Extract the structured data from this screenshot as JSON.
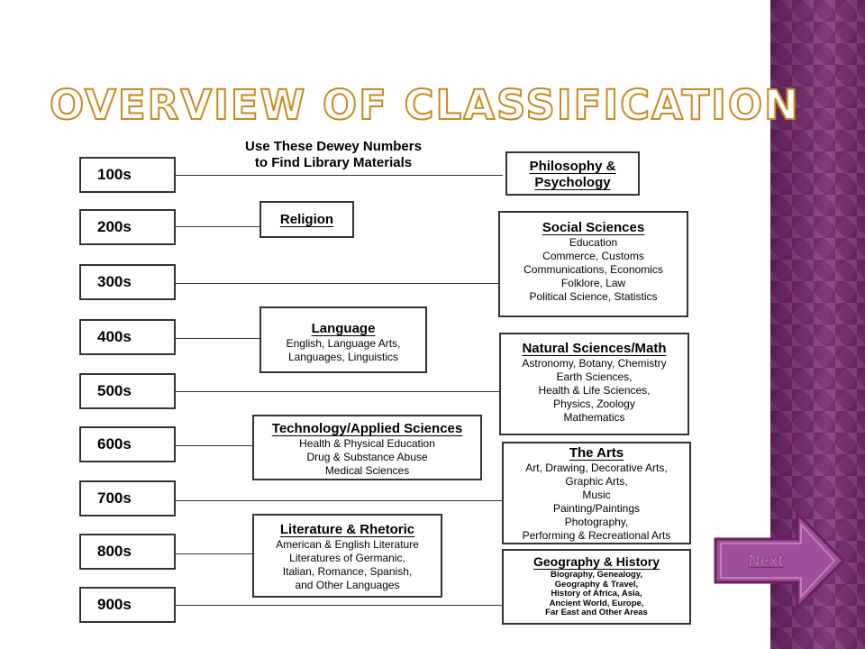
{
  "slide": {
    "title": "Overview of Classification",
    "header": [
      "Use These Dewey Numbers",
      "to Find Library Materials"
    ]
  },
  "numbers": [
    "100s",
    "200s",
    "300s",
    "400s",
    "500s",
    "600s",
    "700s",
    "800s",
    "900s"
  ],
  "categories": {
    "philosophy": {
      "head": "Philosophy &",
      "head2": "Psychology"
    },
    "religion": {
      "head": "Religion"
    },
    "social": {
      "head": "Social Sciences",
      "items": [
        "Education",
        "Commerce, Customs",
        "Communications, Economics",
        "Folklore, Law",
        "Political Science, Statistics"
      ]
    },
    "language": {
      "head": "Language",
      "items": [
        "English, Language Arts,",
        "Languages, Linguistics"
      ]
    },
    "natural": {
      "head": "Natural Sciences/Math",
      "items": [
        "Astronomy, Botany, Chemistry",
        "Earth Sciences,",
        "Health & Life  Sciences,",
        "Physics, Zoology",
        "Mathematics"
      ]
    },
    "technology": {
      "head": "Technology/Applied Sciences",
      "items": [
        "Health & Physical Education",
        "Drug & Substance Abuse",
        "Medical Sciences"
      ]
    },
    "arts": {
      "head": "The Arts",
      "items": [
        "Art, Drawing, Decorative Arts,",
        "Graphic Arts,",
        "Music",
        "Painting/Paintings",
        "Photography,",
        "Performing & Recreational Arts"
      ]
    },
    "literature": {
      "head": "Literature & Rhetoric",
      "items": [
        "American & English Literature",
        "Literatures of Germanic,",
        "Italian, Romance, Spanish,",
        "and Other Languages"
      ]
    },
    "geography": {
      "head": "Geography & History",
      "items": [
        "Biography, Genealogy,",
        "Geography & Travel,",
        "History of Africa, Asia,",
        "Ancient World, Europe,",
        "Far East and Other Areas"
      ]
    }
  },
  "nav": {
    "next_label": "Next"
  },
  "colors": {
    "title_outline": "#c9891c",
    "panel": "#7a2e72",
    "button": "#a0509a"
  }
}
